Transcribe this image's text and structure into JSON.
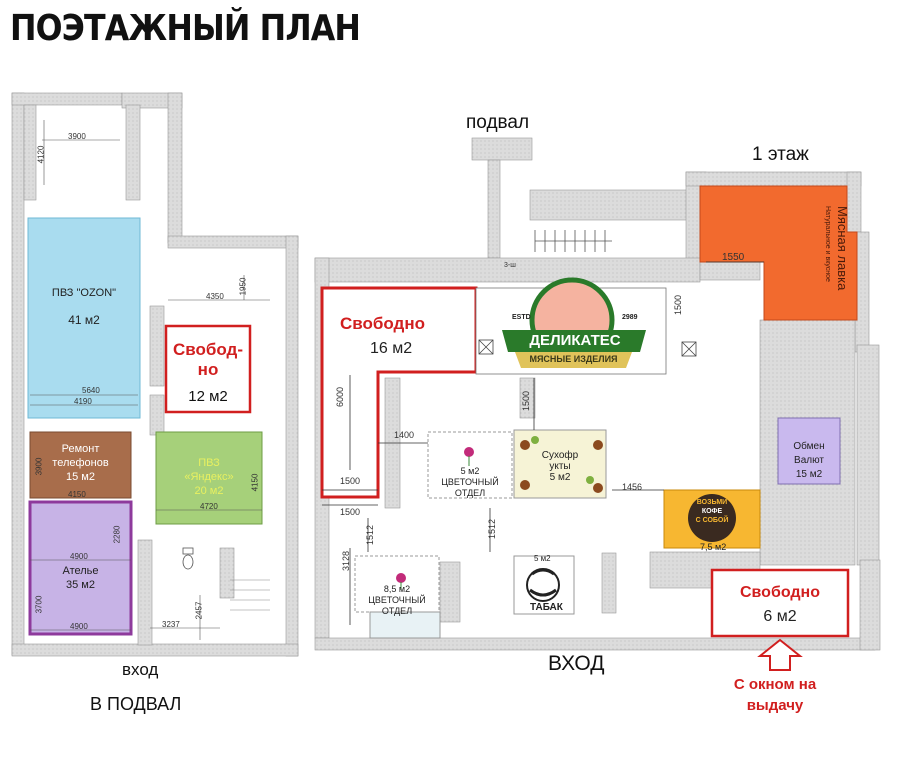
{
  "title": "ПОЭТАЖНЫЙ ПЛАН",
  "left_plan": {
    "entrance": "вход",
    "caption": "В ПОДВАЛ",
    "rooms": {
      "ozon": {
        "name": "ПВЗ \"OZON\"",
        "area": "41 м2",
        "color": "#a9dcef"
      },
      "free": {
        "name_line1": "Свобод-",
        "name_line2": "но",
        "area": "12 м2"
      },
      "repair": {
        "name_line1": "Ремонт",
        "name_line2": "телефонов",
        "area": "15 м2",
        "color": "#a86d4b"
      },
      "yandex": {
        "name_line1": "ПВЗ",
        "name_line2": "«Яндекс»",
        "area": "20 м2",
        "color": "#a6d07a"
      },
      "atelier": {
        "name": "Ателье",
        "area": "35 м2",
        "color": "#c7b3e6"
      }
    },
    "dims": [
      "3900",
      "4120",
      "4350",
      "1950",
      "5640",
      "4190",
      "3900",
      "4150",
      "4150",
      "4720",
      "2280",
      "4900",
      "3700",
      "4900",
      "2457",
      "3237"
    ]
  },
  "right_plan": {
    "basement_label": "подвал",
    "floor_label": "1 этаж",
    "entrance": "ВХОД",
    "rooms": {
      "free16": {
        "name": "Свободно",
        "area": "16 м2"
      },
      "delikates": {
        "brand": "ДЕЛИКАТЕС",
        "sub": "МЯСНЫЕ ИЗДЕЛИЯ",
        "estd": "ESTD",
        "year": "2989"
      },
      "meat": {
        "name_line1": "Мясная лавка",
        "name_line2": "Натуральное и вкусное",
        "color": "#f26a2e"
      },
      "exchange": {
        "name": "Обмен Валют",
        "area": "15 м2",
        "color": "#c9b9ee"
      },
      "flower1": {
        "area": "5 м2",
        "name": "ЦВЕТОЧНЫЙ ОТДЕЛ"
      },
      "dried": {
        "name_line1": "Сухофр",
        "name_line2": "укты",
        "area": "5 м2"
      },
      "coffee": {
        "text1": "ВОЗЬМИ",
        "text2": "КОФЕ",
        "text3": "С СОБОЙ",
        "area": "7,5 м2",
        "color": "#f7b731"
      },
      "flower2": {
        "area": "8,5 м2",
        "name": "ЦВЕТОЧНЫЙ ОТДЕЛ"
      },
      "tabak": {
        "area": "5 м2",
        "name": "ТАБАК"
      },
      "free6": {
        "name": "Свободно",
        "area": "6 м2"
      }
    },
    "note_line1": "С окном на",
    "note_line2": "выдачу",
    "dims": [
      "1550",
      "6000",
      "1500",
      "1400",
      "1500",
      "1500",
      "1456",
      "1512",
      "1512",
      "3128",
      "1500",
      "3-ш"
    ]
  },
  "colors": {
    "accent_red": "#d11f1f",
    "wall": "#d6d6d6"
  }
}
